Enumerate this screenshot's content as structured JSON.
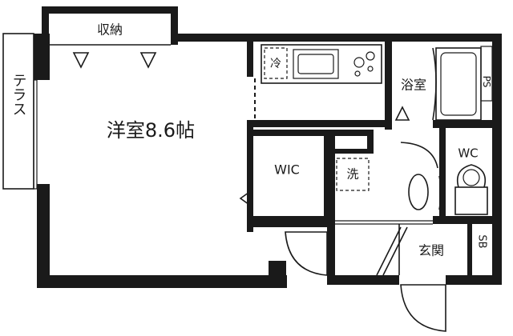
{
  "rooms": {
    "storage": "収納",
    "terrace": "テラス",
    "main_room": "洋室8.6帖",
    "bathroom": "浴室",
    "ps": "PS",
    "wic": "WIC",
    "washer_symbol": "洗",
    "wc": "WC",
    "entrance": "玄関",
    "sb": "SB"
  }
}
